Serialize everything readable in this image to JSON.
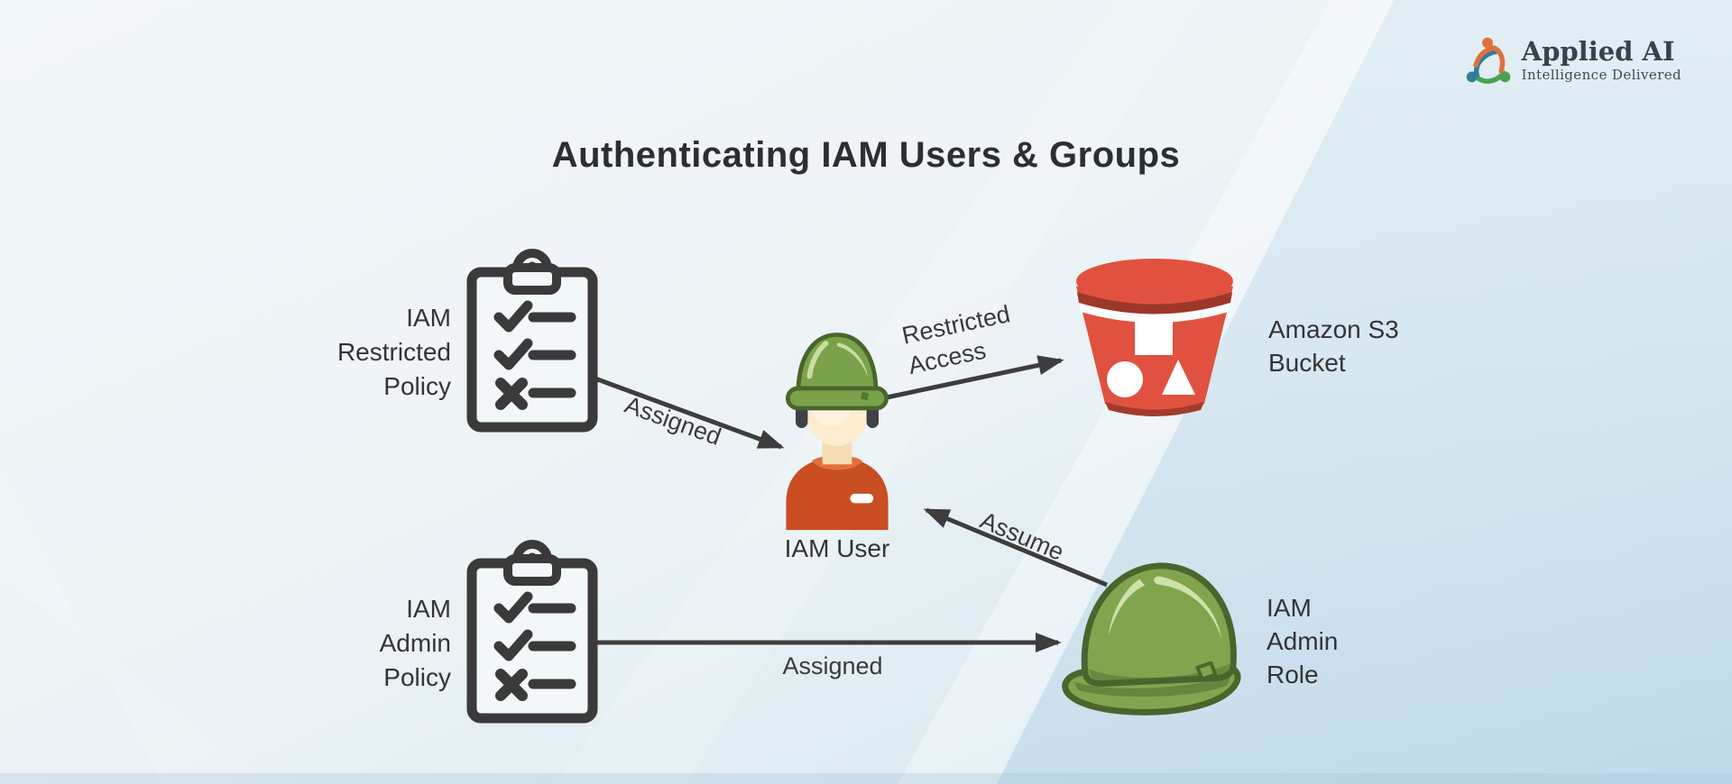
{
  "page": {
    "title": "Authenticating IAM Users & Groups"
  },
  "logo": {
    "name": "Applied AI",
    "tagline": "Intelligence Delivered"
  },
  "nodes": {
    "restricted_policy": {
      "label": "IAM\nRestricted\nPolicy",
      "icon": "clipboard-checklist-icon"
    },
    "admin_policy": {
      "label": "IAM\nAdmin\nPolicy",
      "icon": "clipboard-checklist-icon"
    },
    "iam_user": {
      "label": "IAM User",
      "icon": "worker-hardhat-person-icon"
    },
    "s3_bucket": {
      "label": "Amazon S3\nBucket",
      "icon": "s3-bucket-icon"
    },
    "admin_role": {
      "label": "IAM\nAdmin\nRole",
      "icon": "hardhat-icon"
    }
  },
  "edges": {
    "assigned_user": {
      "label": "Assigned",
      "from": "IAM Restricted Policy",
      "to": "IAM User"
    },
    "restricted_access": {
      "label": "Restricted\nAccess",
      "from": "IAM User",
      "to": "Amazon S3 Bucket"
    },
    "assume": {
      "label": "Assume",
      "from": "IAM Admin Role",
      "to": "IAM User"
    },
    "assigned_role": {
      "label": "Assigned",
      "from": "IAM Admin Policy",
      "to": "IAM Admin Role"
    }
  },
  "colors": {
    "background_light": "#f2f7f9",
    "background_blue": "#c4dcea",
    "line_dark": "#3d3d3d",
    "bucket_red": "#e0523f",
    "bucket_dark_red": "#9c382a",
    "helmet_green": "#7fa64f",
    "helmet_dark_green": "#4a652c",
    "helmet_highlight": "#cfe1ab",
    "shirt_orange": "#c94e22",
    "skin": "#fdecce",
    "logo_orange": "#e0703d",
    "logo_teal": "#2e7f98",
    "logo_green": "#4ba14f",
    "logo_text": "#37424e"
  }
}
